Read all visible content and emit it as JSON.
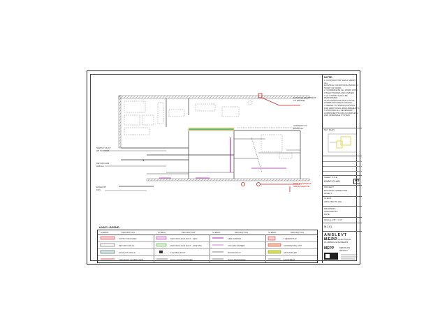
{
  "notes": {
    "heading": "NOTE:",
    "body": "1. CONTRACTOR SHALL VERIFY ALL\nEXISTING CONDITIONS PRIOR TO\nSTART OF WORK.\n2. COORDINATE ALL WORK WITH\nOTHER TRADES AND OWNER.\n3. ALL WORK SHALL BE PERFORMED\nIN ACCORDANCE WITH LOCAL\nCODES AND REGULATIONS.\n4. REFER TO SPECIFICATIONS\nFOR ADDITIONAL REQUIREMENTS.\n5. PROVIDE ALL NECESSARY\nCOMPONENTS FOR A COMPLETE\nAND OPERABLE SYSTEM."
  },
  "labels": {
    "callout_top_right": "EXISTING EQUIPMENT\nTO REMAIN",
    "callout_mid_right": "CONNECT TO\nEXISTING",
    "callout_lower_right": "NEW EQUIPMENT\nSEE SCHEDULE",
    "left_1": "SUPPLY DUCT\nUP TO ROOF",
    "left_2": "RETURN AIR\nGRILLE",
    "left_3": "EXHAUST\nFAN",
    "room_number": "3"
  },
  "legend": {
    "title": "HVAC LEGEND",
    "headers": [
      "SYMBOL",
      "DESCRIPTION",
      "SYMBOL",
      "DESCRIPTION",
      "SYMBOL",
      "DESCRIPTION",
      "SYMBOL",
      "DESCRIPTION"
    ],
    "rows": [
      [
        "SUPPLY DIFFUSER",
        "RECTANGULAR DUCT - NEW",
        "FIRE DAMPER",
        "THERMOSTAT"
      ],
      [
        "RETURN GRILLE",
        "RECTANGULAR DUCT - EXISTING",
        "VOLUME DAMPER",
        "CONDENSING UNIT"
      ],
      [
        "EXHAUST GRILLE",
        "FLEXIBLE DUCT",
        "ROUND DUCT",
        "AIR HANDLER"
      ],
      [
        "FLEX DUCT CONNECTION",
        "DUCT TO BE REMOVED",
        "DUCT TRANSITION",
        "EQUIPMENT"
      ]
    ]
  },
  "titleblock": {
    "key_plan": "KEY PLAN",
    "sheet_title_label": "SHEET TITLE",
    "sheet_title": "HVAC PLAN",
    "revision": "R0",
    "project_label": "PROJECT",
    "project": "BUILDING ALTERATION\nLEVEL 1",
    "client_label": "CLIENT",
    "client": "ARCHITECTS INC.",
    "drawn_label": "DRAWN BY:",
    "checked_label": "CHECKED BY:",
    "date_label": "DATE:",
    "scale": "SCALE: 1/8\" = 1'-0\"",
    "sheet_no": "M-101",
    "firm": "AMSLEVT MEPP",
    "firm_sub": "MECHANICAL ELECTRICAL\nPLUMBING ENGINEERS",
    "stamp": "MEP PLAN\nDESIGN",
    "sheet_tag": "MEPP"
  },
  "colors": {
    "line": "#333333",
    "accent_red": "#cc2222",
    "accent_magenta": "#aa22aa",
    "accent_green": "#3a9a3a",
    "accent_yellow": "#e8d84a"
  }
}
